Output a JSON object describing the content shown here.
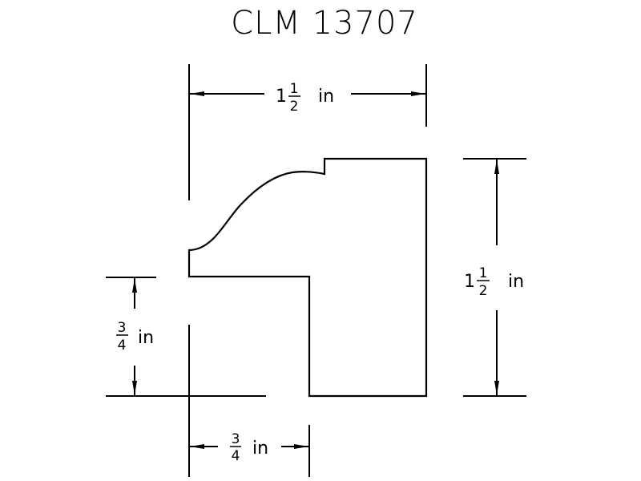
{
  "drawing": {
    "title": "CLM 13707",
    "line_color": "#000000",
    "background": "#ffffff"
  },
  "dimensions": {
    "top_width": {
      "whole": "1",
      "numerator": "1",
      "denominator": "2",
      "unit": "in",
      "value_in": 1.5
    },
    "right_height": {
      "whole": "1",
      "numerator": "1",
      "denominator": "2",
      "unit": "in",
      "value_in": 1.5
    },
    "left_height": {
      "whole": "",
      "numerator": "3",
      "denominator": "4",
      "unit": "in",
      "value_in": 0.75
    },
    "bottom_width": {
      "whole": "",
      "numerator": "3",
      "denominator": "4",
      "unit": "in",
      "value_in": 0.75
    }
  }
}
